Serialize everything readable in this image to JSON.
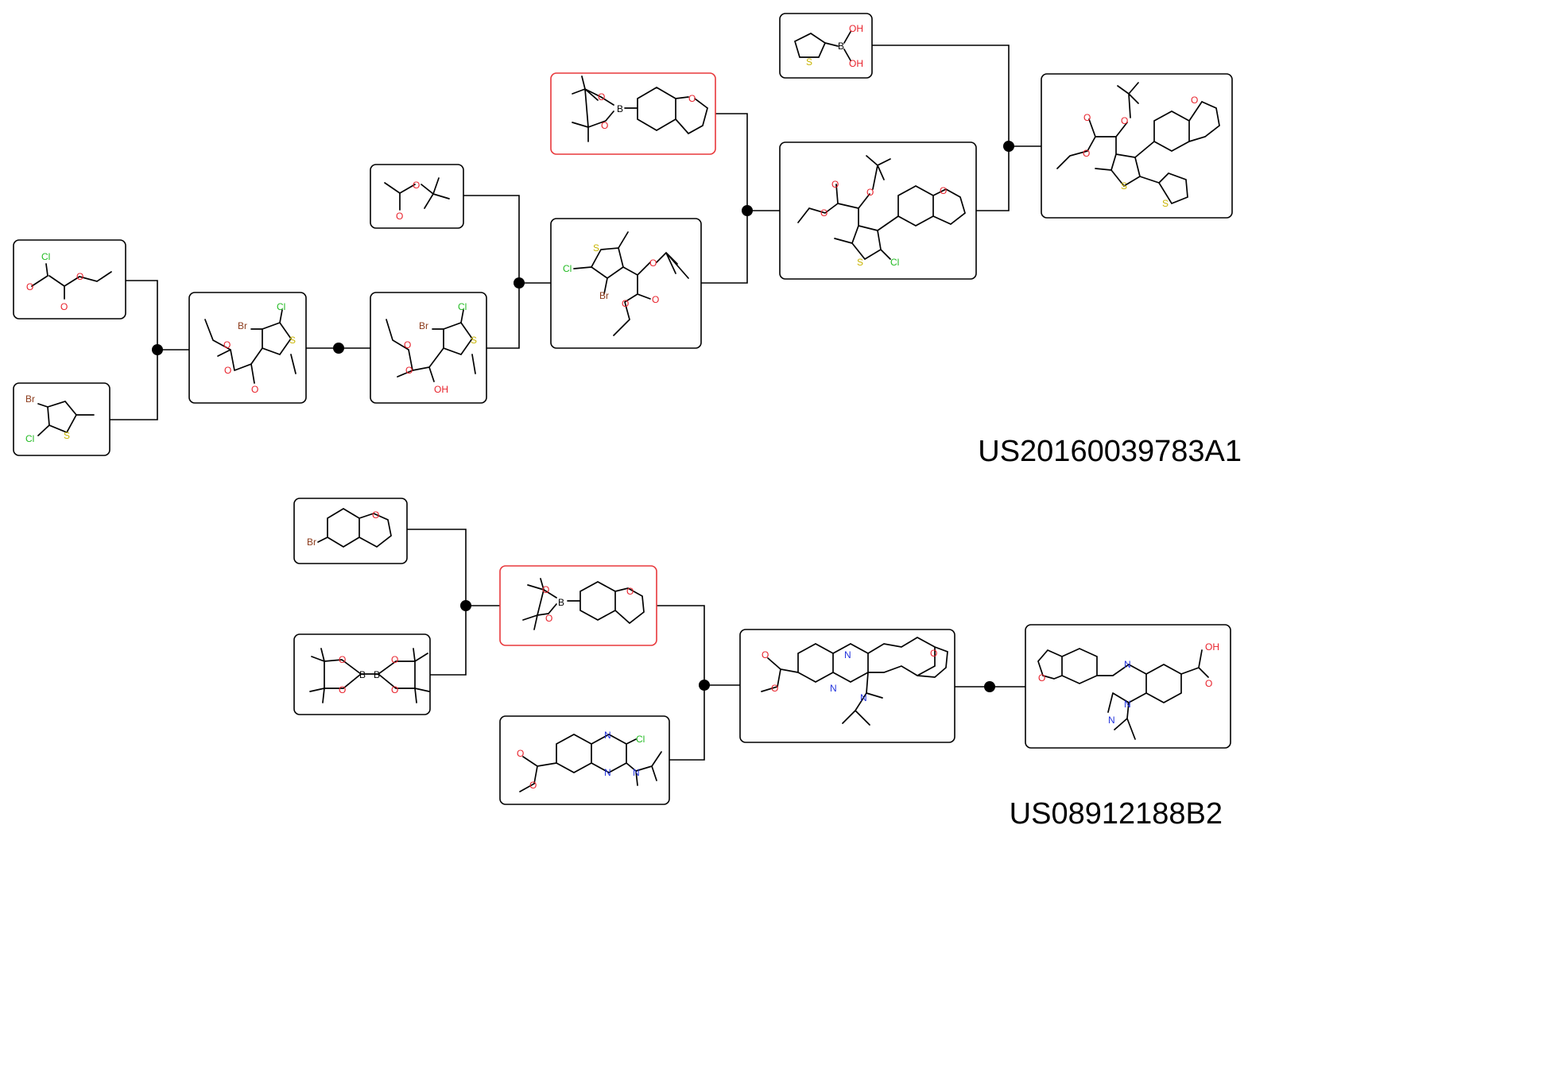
{
  "patents": [
    "US20160039783A1",
    "US08912188B2"
  ],
  "colors": {
    "box": "#000000",
    "highlight": "#e8383b",
    "O": "#e8202a",
    "N": "#2233dd",
    "S": "#c8b400",
    "Cl": "#22bb22",
    "Br": "#8b3a1a",
    "B": "#000000"
  },
  "routes": [
    {
      "patent_index": 0,
      "molecules": [
        {
          "id": "m1",
          "role": "reactant",
          "labels": [
            "Cl",
            "O",
            "O",
            "O"
          ]
        },
        {
          "id": "m2",
          "role": "reactant",
          "labels": [
            "Br",
            "Cl",
            "S"
          ]
        },
        {
          "id": "m3",
          "role": "intermediate",
          "labels": [
            "Br",
            "Cl",
            "O",
            "S",
            "O",
            "O"
          ]
        },
        {
          "id": "m4",
          "role": "intermediate",
          "labels": [
            "Br",
            "Cl",
            "O",
            "S",
            "O",
            "OH"
          ]
        },
        {
          "id": "m5",
          "role": "reactant",
          "labels": [
            "O",
            "O"
          ]
        },
        {
          "id": "m6",
          "role": "intermediate",
          "labels": [
            "S",
            "Cl",
            "Br",
            "O",
            "O",
            "O"
          ]
        },
        {
          "id": "m7",
          "role": "reactant",
          "highlighted": true,
          "labels": [
            "O",
            "B",
            "O",
            "O"
          ]
        },
        {
          "id": "m8",
          "role": "intermediate",
          "labels": [
            "O",
            "O",
            "O",
            "O",
            "S",
            "Cl"
          ]
        },
        {
          "id": "m9",
          "role": "reactant",
          "labels": [
            "OH",
            "B",
            "OH",
            "S"
          ]
        },
        {
          "id": "m10",
          "role": "product",
          "labels": [
            "O",
            "O",
            "O",
            "O",
            "S",
            "S"
          ]
        }
      ]
    },
    {
      "patent_index": 1,
      "molecules": [
        {
          "id": "n1",
          "role": "reactant",
          "labels": [
            "O",
            "Br"
          ]
        },
        {
          "id": "n2",
          "role": "reactant",
          "labels": [
            "O",
            "O",
            "B",
            "B",
            "O",
            "O"
          ]
        },
        {
          "id": "n3",
          "role": "intermediate",
          "highlighted": true,
          "labels": [
            "O",
            "B",
            "O",
            "O"
          ]
        },
        {
          "id": "n4",
          "role": "reactant",
          "labels": [
            "N",
            "Cl",
            "O",
            "O",
            "N",
            "N"
          ]
        },
        {
          "id": "n5",
          "role": "intermediate",
          "labels": [
            "O",
            "N",
            "O",
            "O",
            "N",
            "N"
          ]
        },
        {
          "id": "n6",
          "role": "product",
          "labels": [
            "O",
            "N",
            "OH",
            "O",
            "N",
            "N"
          ]
        }
      ]
    }
  ]
}
